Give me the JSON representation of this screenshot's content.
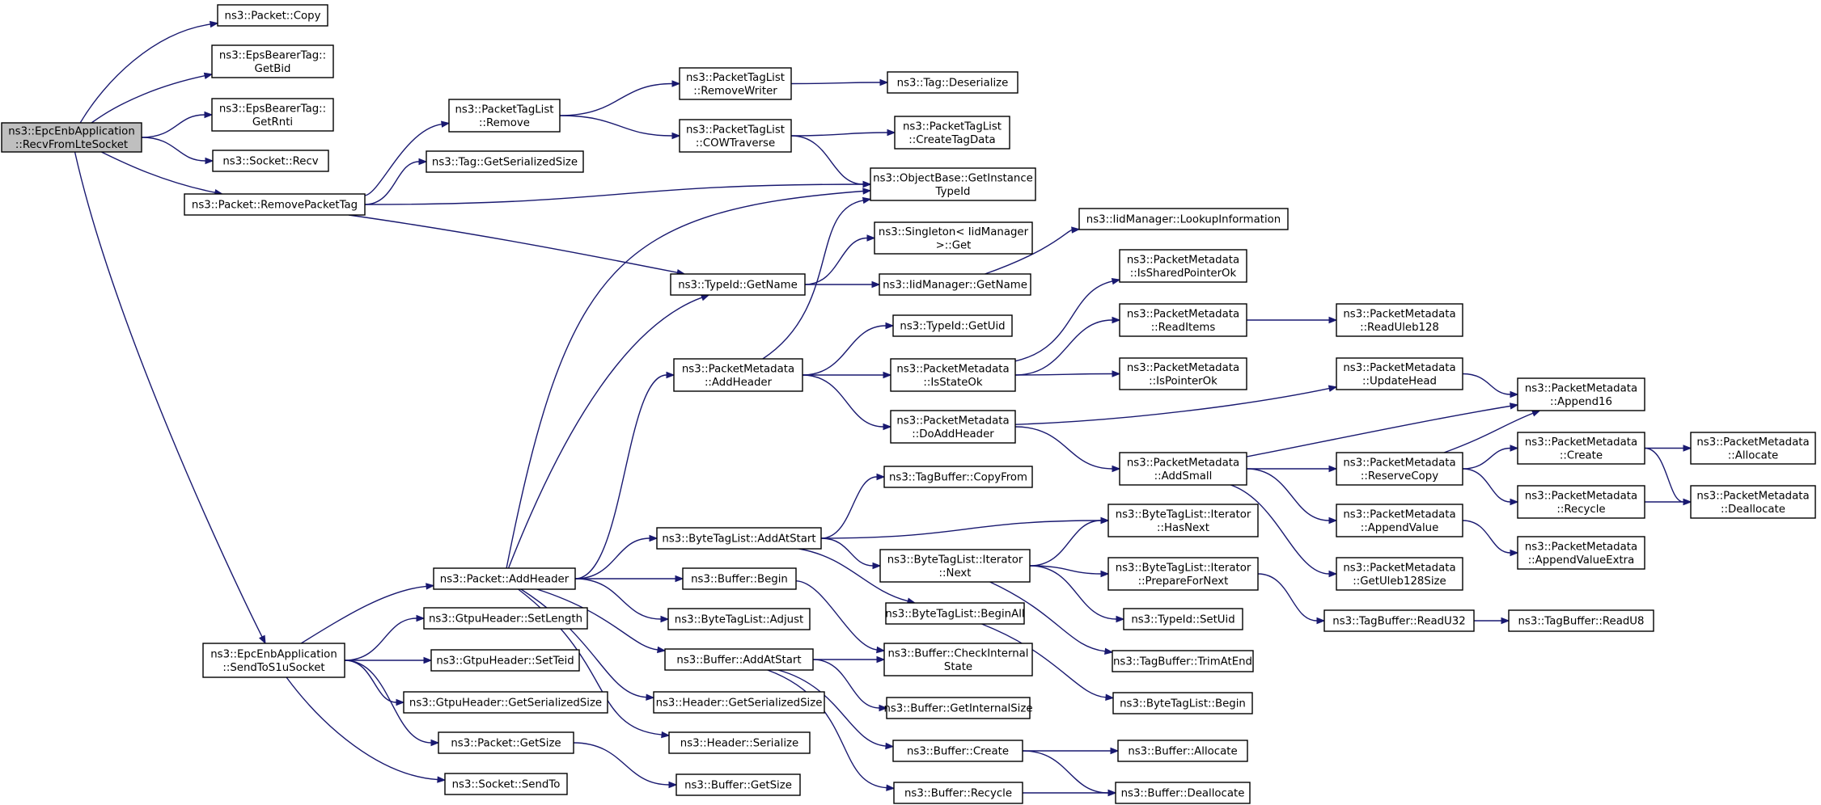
{
  "diagram": {
    "edge_color": "#191970",
    "root_fill": "#bfbfbf",
    "node_fill": "#ffffff",
    "nodes": [
      {
        "id": "root",
        "lines": [
          "ns3::EpcEnbApplication",
          "::RecvFromLteSocket"
        ]
      },
      {
        "id": "pcopy",
        "lines": [
          "ns3::Packet::Copy"
        ]
      },
      {
        "id": "ebtGetBid",
        "lines": [
          "ns3::EpsBearerTag::",
          "GetBid"
        ]
      },
      {
        "id": "ebtGetRnti",
        "lines": [
          "ns3::EpsBearerTag::",
          "GetRnti"
        ]
      },
      {
        "id": "sockRecv",
        "lines": [
          "ns3::Socket::Recv"
        ]
      },
      {
        "id": "pRemoveTag",
        "lines": [
          "ns3::Packet::RemovePacketTag"
        ]
      },
      {
        "id": "sendS1u",
        "lines": [
          "ns3::EpcEnbApplication",
          "::SendToS1uSocket"
        ]
      },
      {
        "id": "ptlRemove",
        "lines": [
          "ns3::PacketTagList",
          "::Remove"
        ]
      },
      {
        "id": "tagGetSer",
        "lines": [
          "ns3::Tag::GetSerializedSize"
        ]
      },
      {
        "id": "ptlRemoveWriter",
        "lines": [
          "ns3::PacketTagList",
          "::RemoveWriter"
        ]
      },
      {
        "id": "ptlCOW",
        "lines": [
          "ns3::PacketTagList",
          "::COWTraverse"
        ]
      },
      {
        "id": "tagDeser",
        "lines": [
          "ns3::Tag::Deserialize"
        ]
      },
      {
        "id": "ptlCreateTag",
        "lines": [
          "ns3::PacketTagList",
          "::CreateTagData"
        ]
      },
      {
        "id": "objGetInst",
        "lines": [
          "ns3::ObjectBase::GetInstance",
          "TypeId"
        ]
      },
      {
        "id": "singletonGet",
        "lines": [
          "ns3::Singleton< IidManager",
          ">::Get"
        ]
      },
      {
        "id": "typeIdGetName",
        "lines": [
          "ns3::TypeId::GetName"
        ]
      },
      {
        "id": "iidGetName",
        "lines": [
          "ns3::IidManager::GetName"
        ]
      },
      {
        "id": "iidLookup",
        "lines": [
          "ns3::IidManager::LookupInformation"
        ]
      },
      {
        "id": "pmAddHeader",
        "lines": [
          "ns3::PacketMetadata",
          "::AddHeader"
        ]
      },
      {
        "id": "typeIdGetUid",
        "lines": [
          "ns3::TypeId::GetUid"
        ]
      },
      {
        "id": "pmIsStateOk",
        "lines": [
          "ns3::PacketMetadata",
          "::IsStateOk"
        ]
      },
      {
        "id": "pmDoAddHeader",
        "lines": [
          "ns3::PacketMetadata",
          "::DoAddHeader"
        ]
      },
      {
        "id": "pmIsShared",
        "lines": [
          "ns3::PacketMetadata",
          "::IsSharedPointerOk"
        ]
      },
      {
        "id": "pmReadItems",
        "lines": [
          "ns3::PacketMetadata",
          "::ReadItems"
        ]
      },
      {
        "id": "pmReadUleb",
        "lines": [
          "ns3::PacketMetadata",
          "::ReadUleb128"
        ]
      },
      {
        "id": "pmIsPointerOk",
        "lines": [
          "ns3::PacketMetadata",
          "::IsPointerOk"
        ]
      },
      {
        "id": "pmUpdateHead",
        "lines": [
          "ns3::PacketMetadata",
          "::UpdateHead"
        ]
      },
      {
        "id": "pmAppend16",
        "lines": [
          "ns3::PacketMetadata",
          "::Append16"
        ]
      },
      {
        "id": "pmAddSmall",
        "lines": [
          "ns3::PacketMetadata",
          "::AddSmall"
        ]
      },
      {
        "id": "pmReserveCopy",
        "lines": [
          "ns3::PacketMetadata",
          "::ReserveCopy"
        ]
      },
      {
        "id": "pmCreate",
        "lines": [
          "ns3::PacketMetadata",
          "::Create"
        ]
      },
      {
        "id": "pmAllocate",
        "lines": [
          "ns3::PacketMetadata",
          "::Allocate"
        ]
      },
      {
        "id": "pmRecycle",
        "lines": [
          "ns3::PacketMetadata",
          "::Recycle"
        ]
      },
      {
        "id": "pmDeallocate",
        "lines": [
          "ns3::PacketMetadata",
          "::Deallocate"
        ]
      },
      {
        "id": "pmAppendValue",
        "lines": [
          "ns3::PacketMetadata",
          "::AppendValue"
        ]
      },
      {
        "id": "pmAppendValueExtra",
        "lines": [
          "ns3::PacketMetadata",
          "::AppendValueExtra"
        ]
      },
      {
        "id": "pmGetUleb",
        "lines": [
          "ns3::PacketMetadata",
          "::GetUleb128Size"
        ]
      },
      {
        "id": "tbCopyFrom",
        "lines": [
          "ns3::TagBuffer::CopyFrom"
        ]
      },
      {
        "id": "btlAddAtStart",
        "lines": [
          "ns3::ByteTagList::AddAtStart"
        ]
      },
      {
        "id": "pAddHeader",
        "lines": [
          "ns3::Packet::AddHeader"
        ]
      },
      {
        "id": "btlItHasNext",
        "lines": [
          "ns3::ByteTagList::Iterator",
          "::HasNext"
        ]
      },
      {
        "id": "btlItNext",
        "lines": [
          "ns3::ByteTagList::Iterator",
          "::Next"
        ]
      },
      {
        "id": "btlItPrepare",
        "lines": [
          "ns3::ByteTagList::Iterator",
          "::PrepareForNext"
        ]
      },
      {
        "id": "bufBegin",
        "lines": [
          "ns3::Buffer::Begin"
        ]
      },
      {
        "id": "btlBeginAll",
        "lines": [
          "ns3::ByteTagList::BeginAll"
        ]
      },
      {
        "id": "typeIdSetUid",
        "lines": [
          "ns3::TypeId::SetUid"
        ]
      },
      {
        "id": "tbReadU32",
        "lines": [
          "ns3::TagBuffer::ReadU32"
        ]
      },
      {
        "id": "tbReadU8",
        "lines": [
          "ns3::TagBuffer::ReadU8"
        ]
      },
      {
        "id": "btlAdjust",
        "lines": [
          "ns3::ByteTagList::Adjust"
        ]
      },
      {
        "id": "gtpSetLength",
        "lines": [
          "ns3::GtpuHeader::SetLength"
        ]
      },
      {
        "id": "bufCheckInternal",
        "lines": [
          "ns3::Buffer::CheckInternal",
          "State"
        ]
      },
      {
        "id": "tbTrimAtEnd",
        "lines": [
          "ns3::TagBuffer::TrimAtEnd"
        ]
      },
      {
        "id": "gtpSetTeid",
        "lines": [
          "ns3::GtpuHeader::SetTeid"
        ]
      },
      {
        "id": "bufAddAtStart",
        "lines": [
          "ns3::Buffer::AddAtStart"
        ]
      },
      {
        "id": "gtpGetSer",
        "lines": [
          "ns3::GtpuHeader::GetSerializedSize"
        ]
      },
      {
        "id": "hdrGetSer",
        "lines": [
          "ns3::Header::GetSerializedSize"
        ]
      },
      {
        "id": "bufGetInternal",
        "lines": [
          "ns3::Buffer::GetInternalSize"
        ]
      },
      {
        "id": "btlBegin",
        "lines": [
          "ns3::ByteTagList::Begin"
        ]
      },
      {
        "id": "pGetSize",
        "lines": [
          "ns3::Packet::GetSize"
        ]
      },
      {
        "id": "hdrSerialize",
        "lines": [
          "ns3::Header::Serialize"
        ]
      },
      {
        "id": "bufCreate",
        "lines": [
          "ns3::Buffer::Create"
        ]
      },
      {
        "id": "bufAllocate",
        "lines": [
          "ns3::Buffer::Allocate"
        ]
      },
      {
        "id": "sockSendTo",
        "lines": [
          "ns3::Socket::SendTo"
        ]
      },
      {
        "id": "bufGetSize",
        "lines": [
          "ns3::Buffer::GetSize"
        ]
      },
      {
        "id": "bufRecycle",
        "lines": [
          "ns3::Buffer::Recycle"
        ]
      },
      {
        "id": "bufDeallocate",
        "lines": [
          "ns3::Buffer::Deallocate"
        ]
      }
    ]
  }
}
